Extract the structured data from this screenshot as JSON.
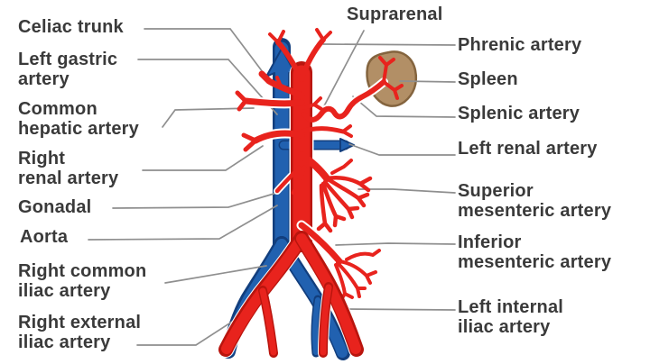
{
  "figure": {
    "subject": "Abdominal aorta and branches diagram",
    "colors": {
      "artery_red": "#e8231d",
      "artery_red_dark": "#b9150e",
      "vein_blue": "#2161b0",
      "vein_blue_dark": "#123e7d",
      "spleen_fill": "#b28f66",
      "spleen_edge": "#84643e",
      "label_text": "#3a3a3a",
      "leader_line": "#8f8f8f",
      "background": "#ffffff"
    }
  },
  "labels": {
    "left": [
      {
        "lines": [
          "Celiac trunk"
        ]
      },
      {
        "lines": [
          "Left gastric",
          "artery"
        ]
      },
      {
        "lines": [
          "Common",
          "hepatic artery"
        ]
      },
      {
        "lines": [
          "Right",
          "renal artery"
        ]
      },
      {
        "lines": [
          "Gonadal"
        ]
      },
      {
        "lines": [
          "Aorta"
        ]
      },
      {
        "lines": [
          "Right common",
          "iliac artery"
        ]
      },
      {
        "lines": [
          "Right external",
          "iliac artery"
        ]
      }
    ],
    "top": [
      {
        "lines": [
          "Suprarenal"
        ]
      }
    ],
    "right": [
      {
        "lines": [
          "Phrenic artery"
        ]
      },
      {
        "lines": [
          "Spleen"
        ]
      },
      {
        "lines": [
          "Splenic artery"
        ]
      },
      {
        "lines": [
          "Left renal artery"
        ]
      },
      {
        "lines": [
          "Superior",
          "mesenteric artery"
        ]
      },
      {
        "lines": [
          "Inferior",
          "mesenteric artery"
        ]
      },
      {
        "lines": [
          "Left internal",
          "iliac artery"
        ]
      }
    ]
  }
}
